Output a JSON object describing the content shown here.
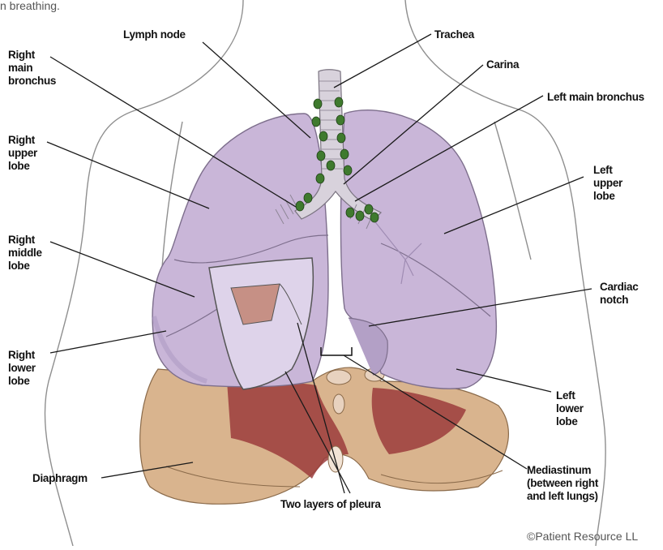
{
  "caption_fragment": "n breathing.",
  "credit": "©Patient Resource LL",
  "labels": {
    "lymph_node": "Lymph node",
    "trachea": "Trachea",
    "carina": "Carina",
    "left_main_bronchus": "Left main bronchus",
    "right_main_bronchus": [
      "Right",
      "main",
      "bronchus"
    ],
    "right_upper_lobe": [
      "Right",
      "upper",
      "lobe"
    ],
    "left_upper_lobe": [
      "Left",
      "upper",
      "lobe"
    ],
    "right_middle_lobe": [
      "Right",
      "middle",
      "lobe"
    ],
    "cardiac_notch": [
      "Cardiac",
      "notch"
    ],
    "right_lower_lobe": [
      "Right",
      "lower",
      "lobe"
    ],
    "left_lower_lobe": [
      "Left",
      "lower",
      "lobe"
    ],
    "mediastinum": [
      "Mediastinum",
      "(between right",
      "and left lungs)"
    ],
    "diaphragm": "Diaphragm",
    "two_layers_of_pleura": "Two layers of pleura"
  },
  "colors": {
    "lung_fill": "#c9b6d8",
    "lung_shadow": "#a996c0",
    "diaphragm_fill": "#d9b48e",
    "diaphragm_dark": "#9b3c3c",
    "lymph_node": "#3f7a2e",
    "trachea": "#d8d2dc"
  }
}
